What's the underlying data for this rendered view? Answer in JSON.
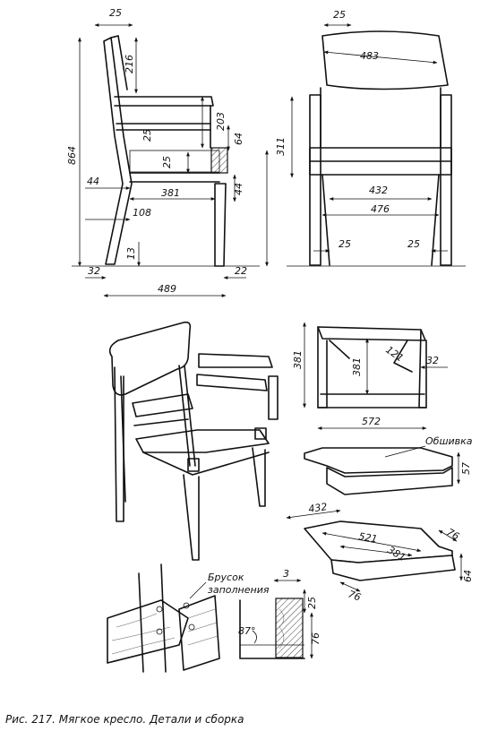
{
  "caption": "Рис. 217. Мягкое кресло. Детали и сборка",
  "labels": {
    "upholstery": "Обшивка",
    "filler_bar_line1": "Брусок",
    "filler_bar_line2": "заполнения"
  },
  "side_view_dims": {
    "back_top_width": "25",
    "back_height": "216",
    "overall_height": "864",
    "armrest_height": "203",
    "rail_25": "25",
    "rail_64": "64",
    "seat_height": "311",
    "offset_44_left": "44",
    "offset_44_right": "44",
    "seat_depth": "381",
    "leg_offset": "108",
    "foot_13": "13",
    "foot_32": "32",
    "foot_22": "22",
    "overall_depth": "489"
  },
  "front_view_dims": {
    "top_25": "25",
    "back_width": "483",
    "inner_width": "432",
    "outer_width": "476",
    "leg_left": "25",
    "leg_right": "25"
  },
  "frame_dims": {
    "side_381": "381",
    "inner_381": "381",
    "diag_121": "121",
    "leg_32": "32",
    "width_572": "572"
  },
  "seat_dims": {
    "thickness_57": "57"
  },
  "cushion_dims": {
    "front_432": "432",
    "corner_76": "76",
    "width_521": "521",
    "depth_381": "381",
    "bottom_76": "76",
    "height_64": "64"
  },
  "joint_dims": {
    "w3": "3",
    "h25": "25",
    "angle87": "87°",
    "h76": "76"
  }
}
